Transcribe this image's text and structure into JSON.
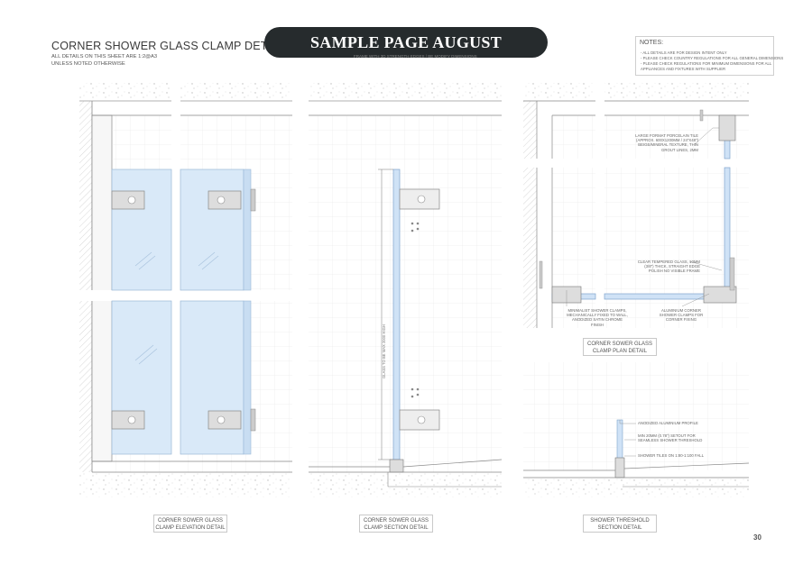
{
  "sheet": {
    "title": "CORNER SHOWER GLASS CLAMP DETAILS",
    "subtitle_1": "ALL DETAILS ON THIS SHEET ARE 1:2@A3",
    "subtitle_2": "UNLESS NOTED OTHERWISE",
    "banner": "SAMPLE PAGE AUGUST",
    "banner_underline": "FRAME WITH 3D STRENGTH EDGES / BE MODIFY DIMENSIONS",
    "page_number": "30"
  },
  "notes": {
    "heading": "NOTES:",
    "lines": [
      "- ALL DETAILS ARE FOR DESIGN INTENT ONLY",
      "- PLEASE CHECK COUNTRY REGULATIONS FOR ALL GENERAL DIMENSIONS",
      "- PLEASE CHECK REGULATIONS FOR MINIMUM DIMENSIONS FOR ALL",
      "  APPLIANCES AND FIXTURES WITH SUPPLIER"
    ]
  },
  "captions": {
    "elevation": [
      "CORNER SOWER GLASS",
      "CLAMP ELEVATION DETAIL"
    ],
    "section": [
      "CORNER SOWER GLASS",
      "CLAMP SECTION DETAIL"
    ],
    "plan": [
      "CORNER SOWER GLASS",
      "CLAMP PLAN DETAIL"
    ],
    "threshold": [
      "SHOWER THRESHOLD",
      "SECTION DETAIL"
    ]
  },
  "section_dimension": "GLASS TO BE MAX 2000 HIGH",
  "plan_annotations": {
    "tile": [
      "LARGE FORMAT PORCELAIN TILE",
      "(APPROX. 600X1200MM / 24\"X48\")",
      "BEIGE/MINERAL TEXTURE, THIN",
      "GROUT LINES, 2MM"
    ],
    "glass": [
      "CLEAR TEMPERED GLASS, 10MM",
      "(3/8\") THICK, STRAIGHT EDGE",
      "POLISH NO VISIBLE FRAME"
    ],
    "clamp": [
      "MINIMALIST SHOWER CLAMPS,",
      "MECHANICALLY FIXED TO WALL,",
      "ANODIZED SATIN CHROME FINISH"
    ],
    "corner": [
      "ALUMINIUM CORNER",
      "SHOWER CLAMPS FOR",
      "CORNER FIXING"
    ]
  },
  "threshold_annotations": {
    "profile": "ANODIZED ALUMINIUM PROFILE",
    "setout": [
      "MIN 20MM (0.78\") SETOUT FOR",
      "SEAMLESS SHOWER THRESHOLD"
    ],
    "fall": "SHOWER TILES ON 1:80-1:100 FALL"
  }
}
